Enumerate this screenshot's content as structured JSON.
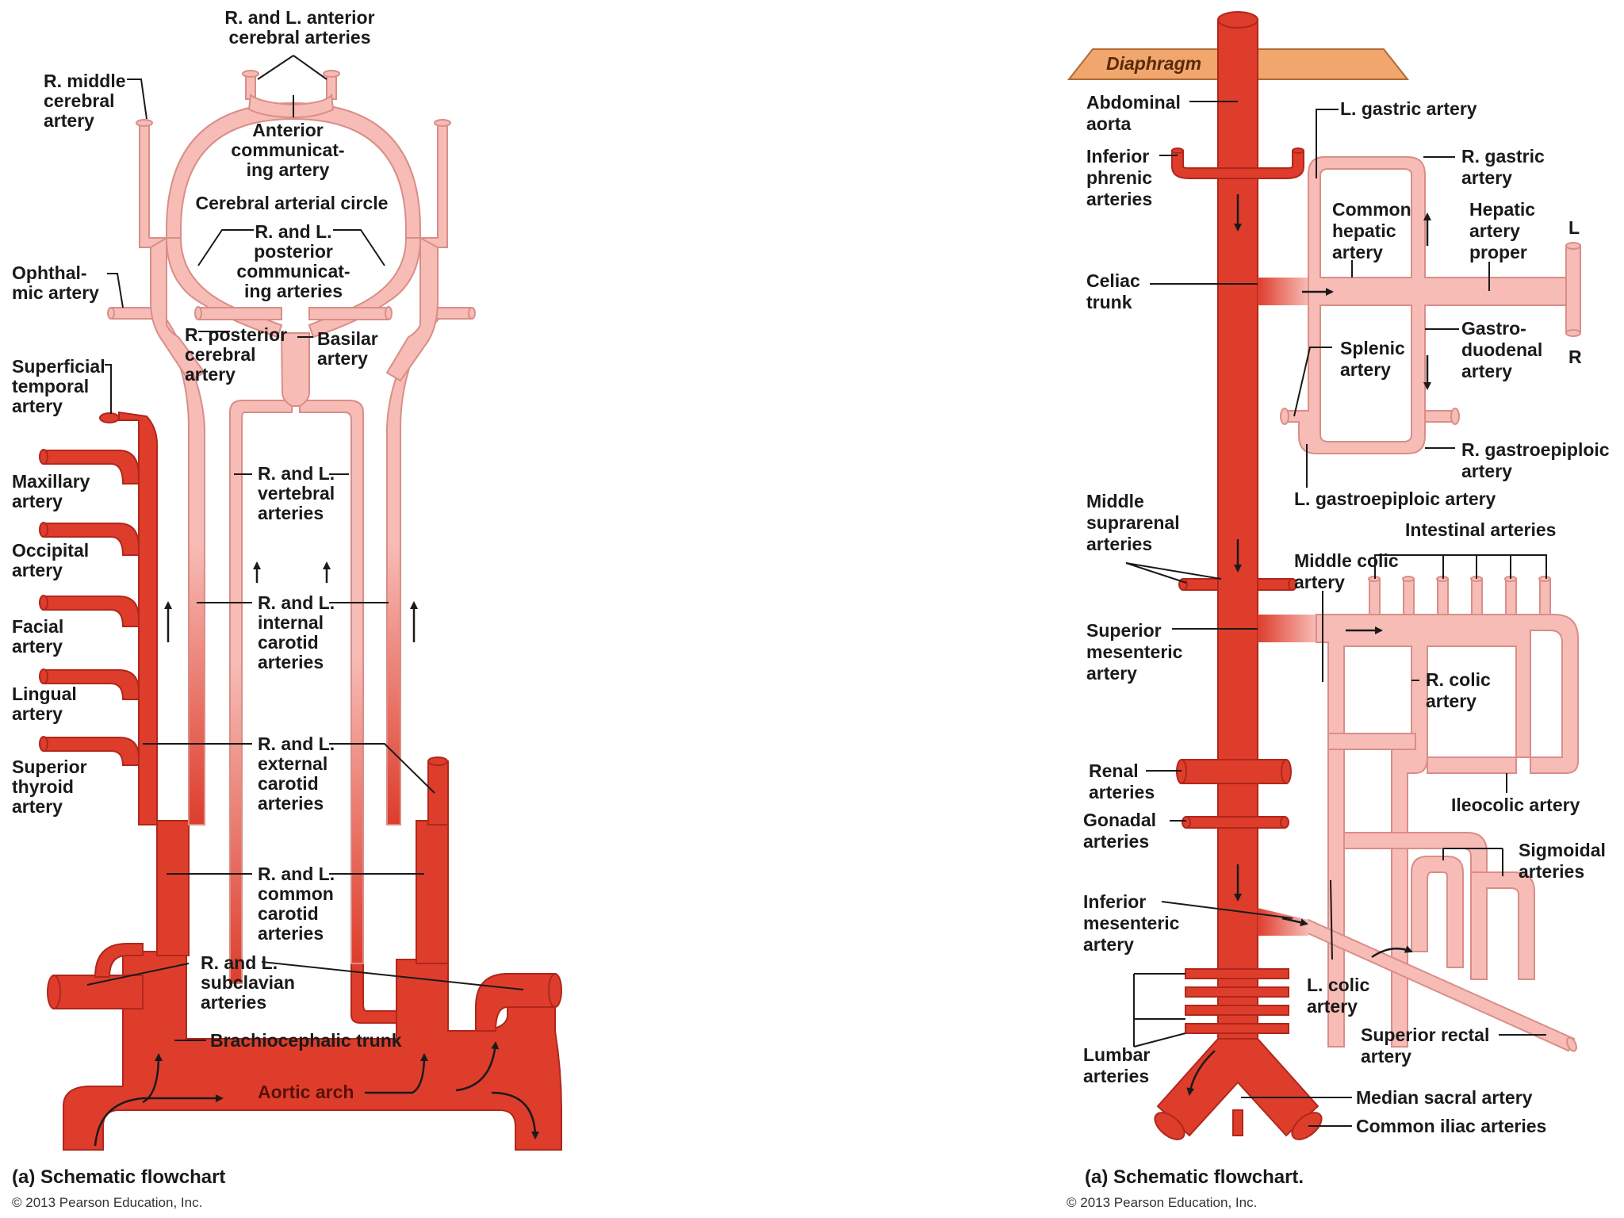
{
  "left": {
    "labels": {
      "ant_cerebral": [
        "R. and L. anterior",
        "cerebral arteries"
      ],
      "middle_cerebral": [
        "R. middle",
        "cerebral",
        "artery"
      ],
      "ant_communicating": [
        "Anterior",
        "communicat-",
        "ing artery"
      ],
      "circle": "Cerebral arterial circle",
      "post_communicating": [
        "R. and L.",
        "posterior",
        "communicat-",
        "ing arteries"
      ],
      "ophthalmic": [
        "Ophthal-",
        "mic artery"
      ],
      "post_cerebral": [
        "R. posterior",
        "cerebral",
        "artery"
      ],
      "basilar": [
        "Basilar",
        "artery"
      ],
      "superficial_temporal": [
        "Superficial",
        "temporal",
        "artery"
      ],
      "vertebral": [
        "R. and L.",
        "vertebral",
        "arteries"
      ],
      "maxillary": [
        "Maxillary",
        "artery"
      ],
      "occipital": [
        "Occipital",
        "artery"
      ],
      "internal_carotid": [
        "R. and L.",
        "internal",
        "carotid",
        "arteries"
      ],
      "facial": [
        "Facial",
        "artery"
      ],
      "lingual": [
        "Lingual",
        "artery"
      ],
      "external_carotid": [
        "R. and L.",
        "external",
        "carotid",
        "arteries"
      ],
      "superior_thyroid": [
        "Superior",
        "thyroid",
        "artery"
      ],
      "common_carotid": [
        "R. and L.",
        "common",
        "carotid",
        "arteries"
      ],
      "subclavian": [
        "R. and L.",
        "subclavian",
        "arteries"
      ],
      "brachiocephalic": "Brachiocephalic trunk",
      "aortic_arch": "Aortic arch"
    },
    "caption": "(a) Schematic flowchart",
    "copyright": "© 2013 Pearson Education, Inc."
  },
  "right": {
    "labels": {
      "diaphragm": "Diaphragm",
      "abdominal_aorta": [
        "Abdominal",
        "aorta"
      ],
      "l_gastric": "L. gastric artery",
      "inferior_phrenic": [
        "Inferior",
        "phrenic",
        "arteries"
      ],
      "r_gastric": [
        "R. gastric",
        "artery"
      ],
      "common_hepatic": [
        "Common",
        "hepatic",
        "artery"
      ],
      "hepatic_proper": [
        "Hepatic",
        "artery",
        "proper"
      ],
      "l_marker": "L",
      "r_marker": "R",
      "celiac": [
        "Celiac",
        "trunk"
      ],
      "gastroduodenal": [
        "Gastro-",
        "duodenal",
        "artery"
      ],
      "splenic": [
        "Splenic",
        "artery"
      ],
      "r_gastroepiploic": [
        "R. gastroepiploic",
        "artery"
      ],
      "l_gastroepiploic": "L. gastroepiploic artery",
      "middle_suprarenal": [
        "Middle",
        "suprarenal",
        "arteries"
      ],
      "intestinal": "Intestinal arteries",
      "middle_colic": [
        "Middle colic",
        "artery"
      ],
      "superior_mesenteric": [
        "Superior",
        "mesenteric",
        "artery"
      ],
      "r_colic": [
        "R. colic",
        "artery"
      ],
      "renal": [
        "Renal",
        "arteries"
      ],
      "ileocolic": "Ileocolic artery",
      "gonadal": [
        "Gonadal",
        "arteries"
      ],
      "sigmoidal": [
        "Sigmoidal",
        "arteries"
      ],
      "inferior_mesenteric": [
        "Inferior",
        "mesenteric",
        "artery"
      ],
      "l_colic": [
        "L. colic",
        "artery"
      ],
      "superior_rectal": [
        "Superior rectal",
        "artery"
      ],
      "lumbar": [
        "Lumbar",
        "arteries"
      ],
      "median_sacral": "Median sacral artery",
      "common_iliac": "Common iliac arteries"
    },
    "caption": "(a) Schematic flowchart.",
    "copyright": "© 2013 Pearson Education, Inc."
  }
}
